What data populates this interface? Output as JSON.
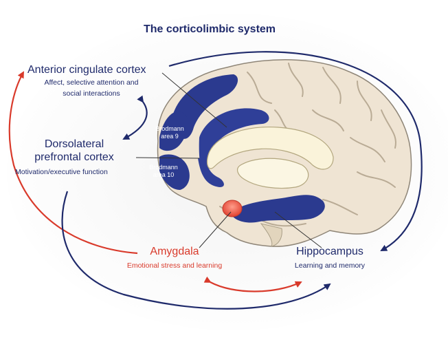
{
  "title": "The corticolimbic system",
  "anterior_cingulate": {
    "name": "Anterior cingulate cortex",
    "desc_line1": "Affect, selective attention and",
    "desc_line2": "social interactions"
  },
  "dorsolateral": {
    "name_line1": "Dorsolateral",
    "name_line2": "prefrontal cortex",
    "desc": "Motivation/executive function"
  },
  "amygdala": {
    "name": "Amygdala",
    "desc": "Emotional stress and learning"
  },
  "hippocampus": {
    "name": "Hippocampus",
    "desc": "Learning and memory"
  },
  "brodmann_9": {
    "line1": "Brodmann",
    "line2": "area 9"
  },
  "brodmann_10": {
    "line1": "Brodmann",
    "line2": "area 10"
  },
  "colors": {
    "navy": "#1f2a6b",
    "red": "#d93a2b",
    "brain_fill": "#efe4d3",
    "region_blue": "#2b3a8f"
  }
}
